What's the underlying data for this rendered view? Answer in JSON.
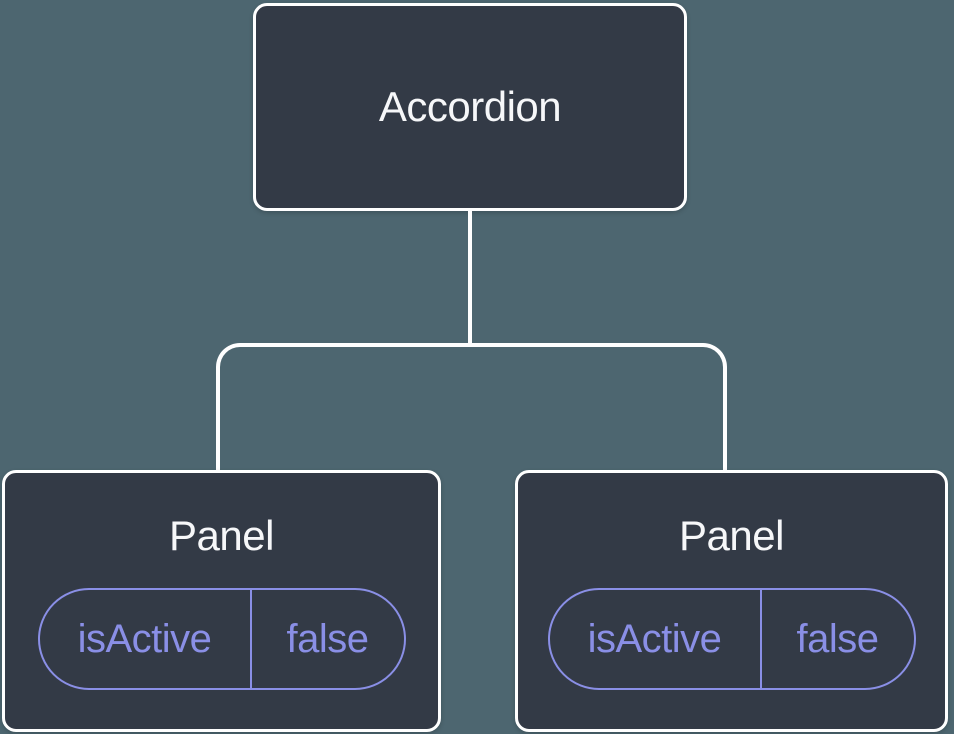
{
  "diagram": {
    "root": {
      "label": "Accordion"
    },
    "children": [
      {
        "label": "Panel",
        "state": {
          "key": "isActive",
          "value": "false"
        }
      },
      {
        "label": "Panel",
        "state": {
          "key": "isActive",
          "value": "false"
        }
      }
    ],
    "colors": {
      "background": "#4D6670",
      "node_fill": "#333A46",
      "node_border": "#FFFFFF",
      "node_text": "#F6F7F9",
      "state_accent": "#8A8FE6",
      "connector": "#FFFFFF"
    }
  }
}
